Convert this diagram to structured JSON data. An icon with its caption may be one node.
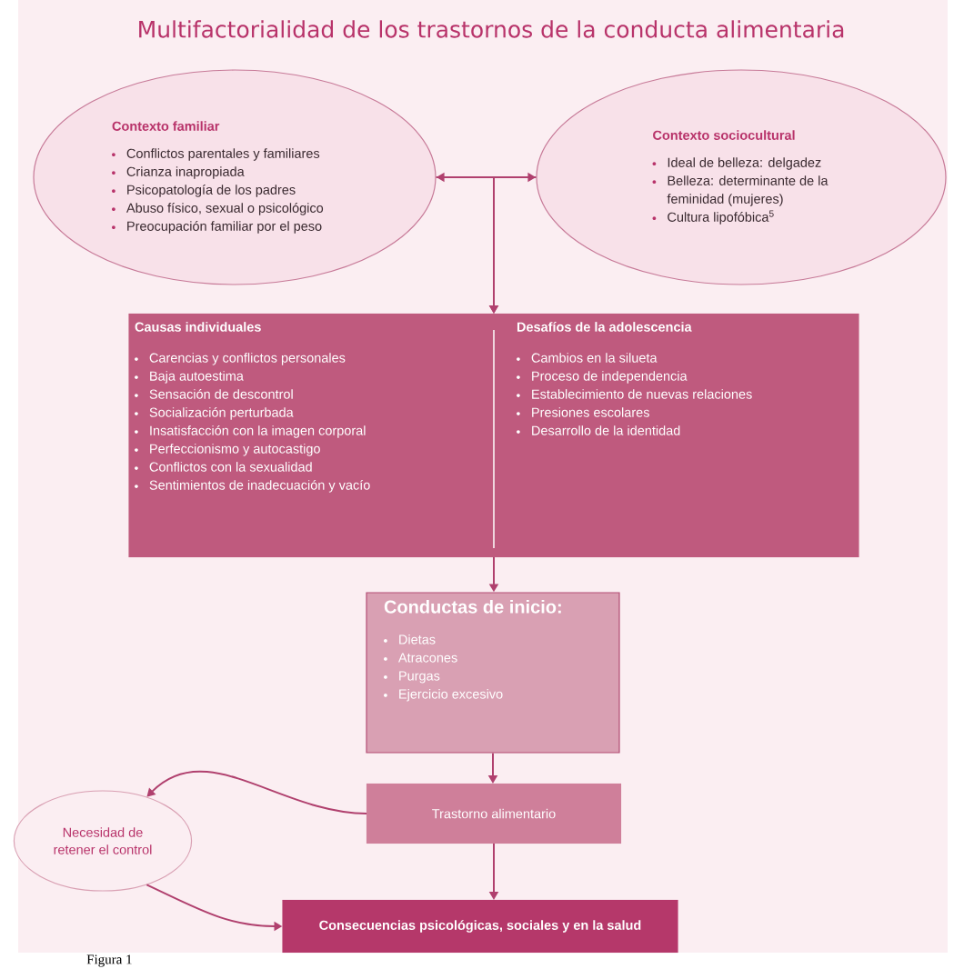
{
  "diagram": {
    "title": "Multifactorialidad de los trastornos de la conducta alimentaria",
    "caption": "Figura 1",
    "nodes": [
      {
        "text": [
          "Contexto familiar",
          "Conflictos parentales y familiares",
          "Crianza inapropiada",
          "Psicopatología de los padres",
          "Abuso físico, sexual o psicológico",
          "Preocupación familiar por el peso"
        ]
      },
      {
        "text": [
          "Contexto sociocultural",
          "Ideal de belleza: delgadez",
          "Belleza: determinante de la feminidad (mujeres)",
          "Cultura lipofóbica$^{5}$"
        ]
      },
      {
        "text": [
          "Causas individuales",
          "Carencias y conflictos personales",
          "Baja autoestima",
          "Sensación de descontrol",
          "Socialización perturbada",
          "Insatisfacción con la imagen corporal",
          "Perfeccionismo y autocastigo",
          "Conflictos con la sexualidad",
          "Sentimientos de inadecuación y vacío",
          "Desafíos de la adolescencia",
          "Cambios en la silueta",
          "Proceso de independencia",
          "Establecimiento de nuevas relaciones",
          "Presiones escolares",
          "Desarrollo de la identidad"
        ]
      },
      {
        "text": [
          "Conductas de inicio:",
          "Dietas",
          "Atracones",
          "Purgas",
          "Ejercicio excesivo"
        ]
      },
      {
        "text": [
          "Trastorno alimentario"
        ]
      },
      {
        "text": [
          "Necesidad de retener el control"
        ]
      },
      {
        "text": [
          "Consecuencias psicológicas, sociales y en la salud"
        ]
      }
    ],
    "edges": [
      {
        "from": 0,
        "to": 1,
        "arrow": "both"
      },
      {
        "from": 0,
        "to": 2,
        "arrow": "to"
      },
      {
        "from": 1,
        "to": 2,
        "arrow": "to"
      },
      {
        "from": 2,
        "to": 3,
        "arrow": "to"
      },
      {
        "from": 3,
        "to": 4,
        "arrow": "to"
      },
      {
        "from": 4,
        "to": 5,
        "arrow": "to"
      },
      {
        "from": 5,
        "to": 6,
        "arrow": "to"
      },
      {
        "from": 4,
        "to": 6,
        "arrow": "to"
      }
    ]
  }
}
